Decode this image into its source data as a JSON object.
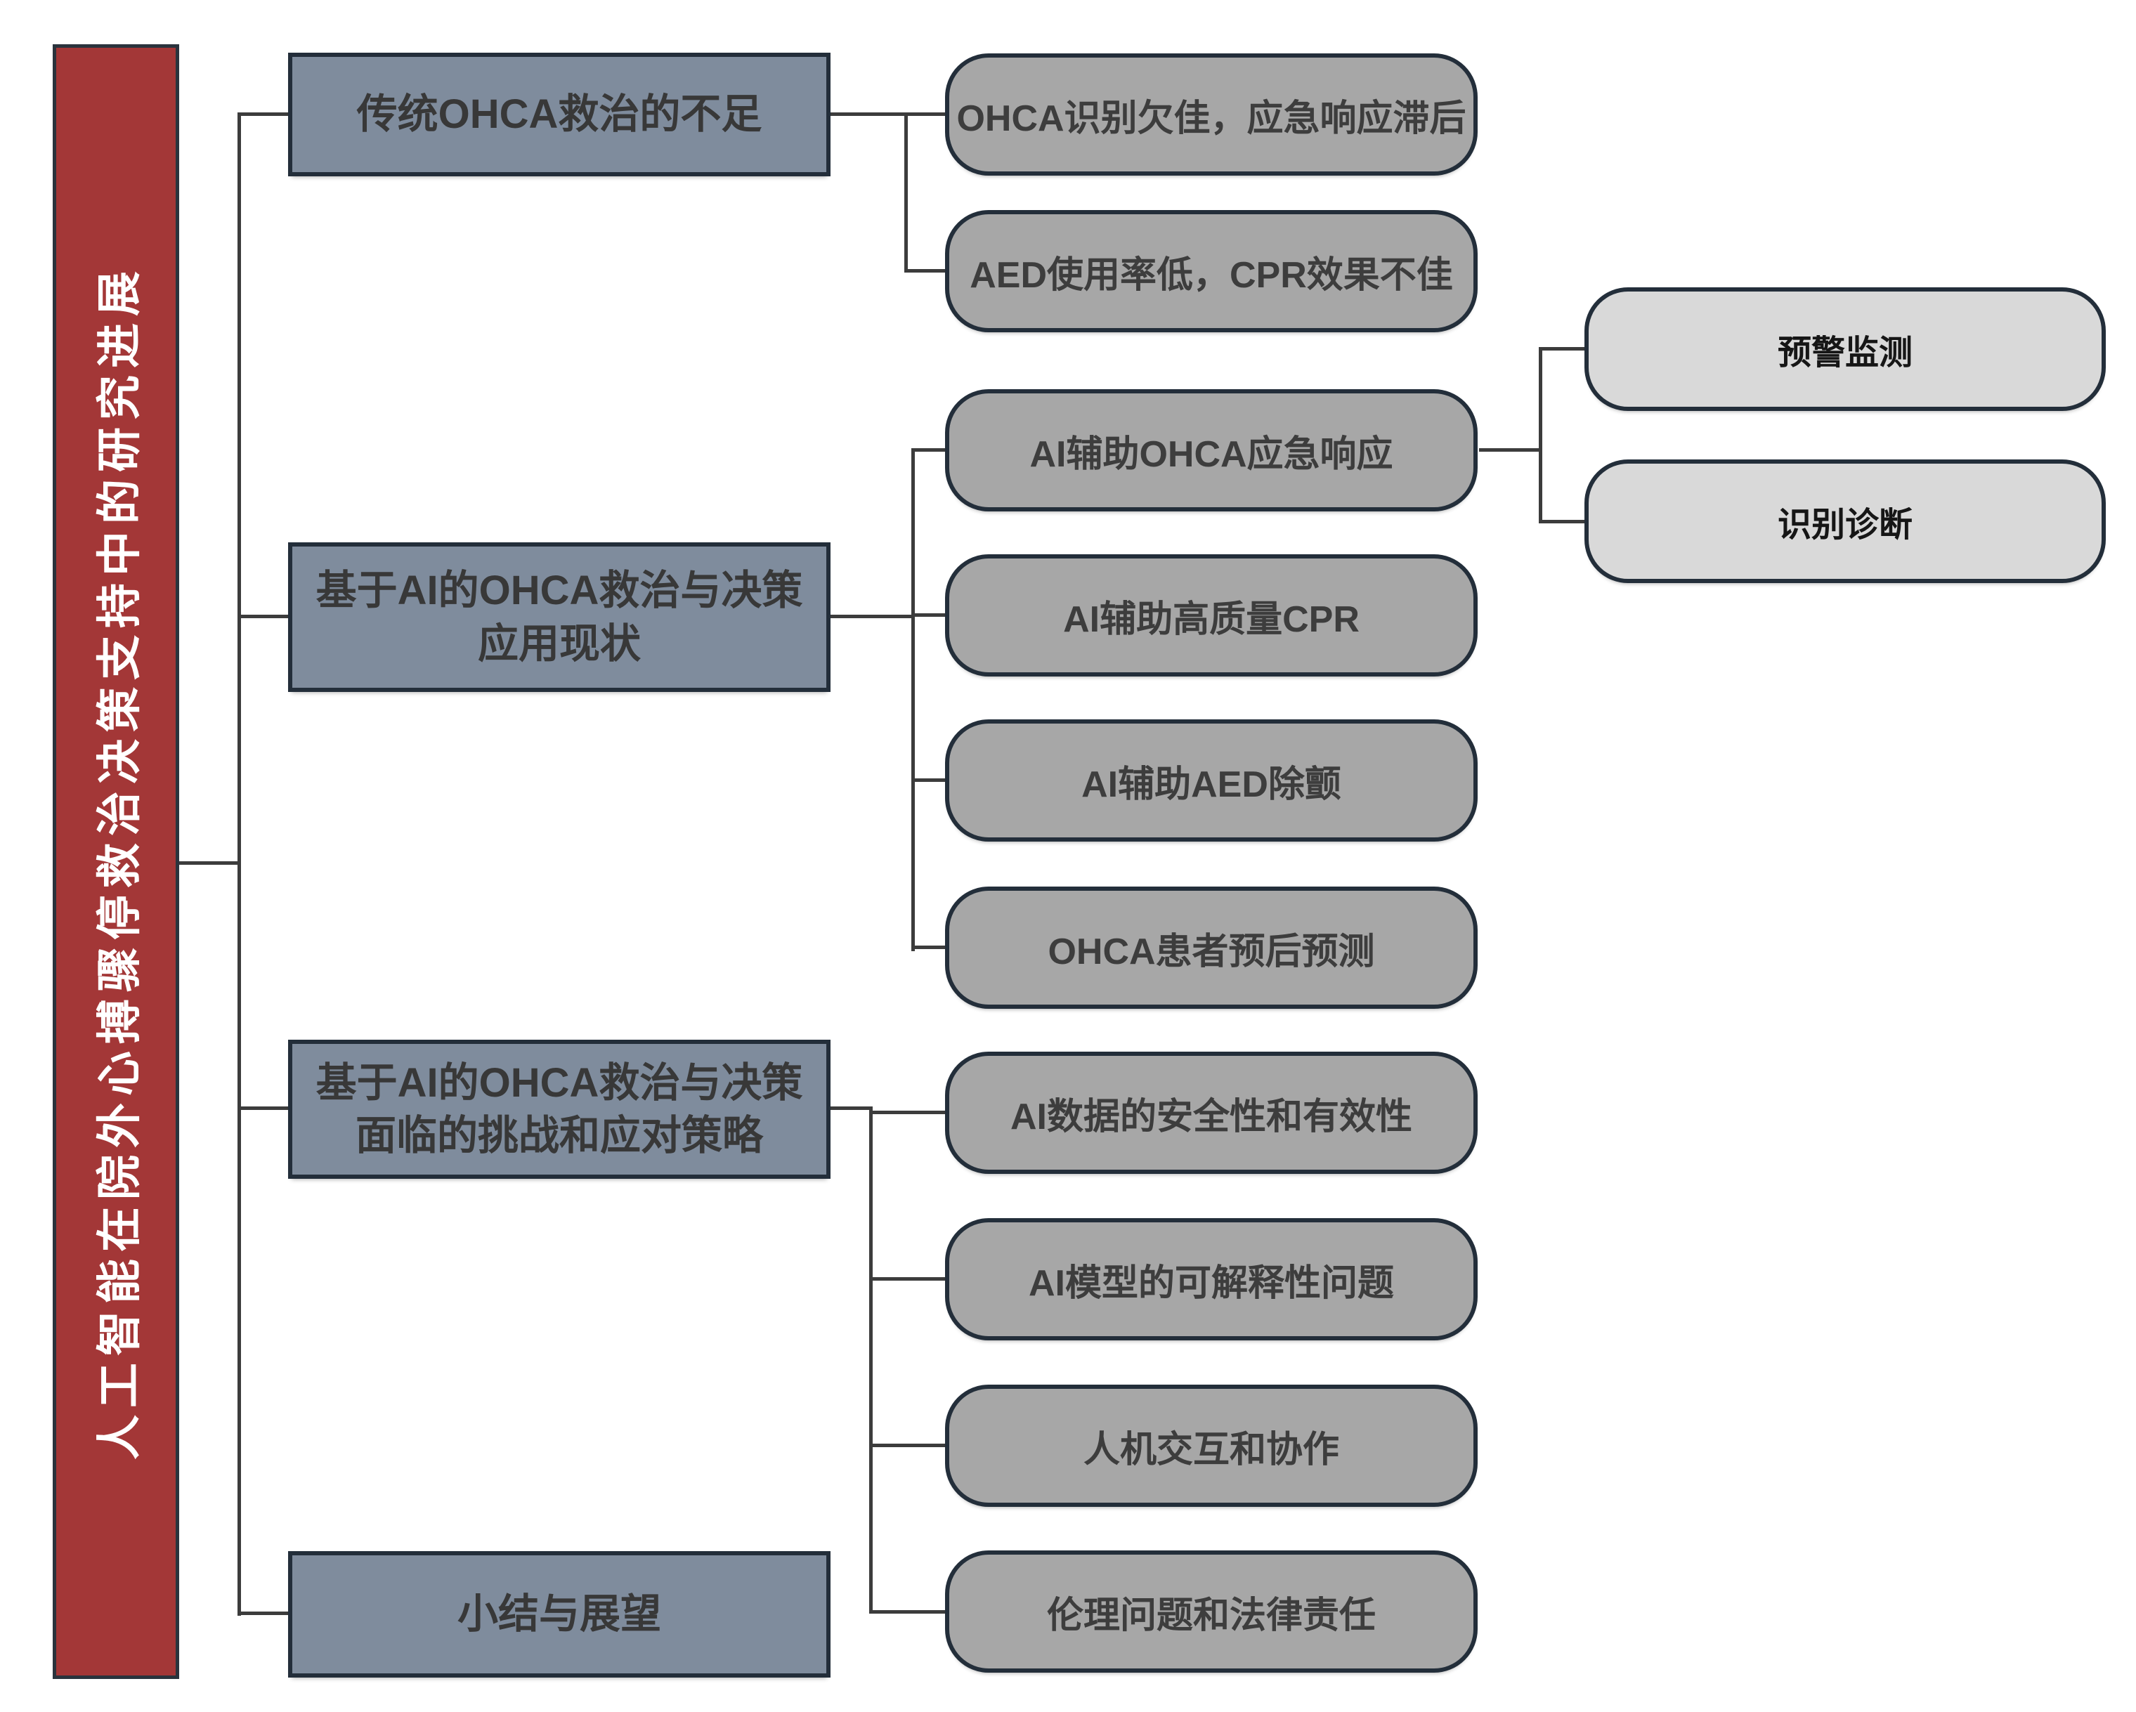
{
  "title": "人工智能在院外心搏骤停救治决策支持中的研究进展",
  "colors": {
    "root_fill": "#a33737",
    "branch_fill": "#7f8c9d",
    "leaf_fill": "#a7a7a7",
    "subleaf_fill": "#d9d9d9",
    "border": "#232e3a",
    "line": "#3c3c3c"
  },
  "branches": [
    {
      "label": "传统OHCA救治的不足",
      "children": [
        {
          "label": "OHCA识别欠佳，应急响应滞后"
        },
        {
          "label": "AED使用率低，CPR效果不佳"
        }
      ]
    },
    {
      "label": "基于AI的OHCA救治与决策应用现状",
      "children": [
        {
          "label": "AI辅助OHCA应急响应",
          "children": [
            {
              "label": "预警监测"
            },
            {
              "label": "识别诊断"
            }
          ]
        },
        {
          "label": "AI辅助高质量CPR"
        },
        {
          "label": "AI辅助AED除颤"
        },
        {
          "label": "OHCA患者预后预测"
        }
      ]
    },
    {
      "label": "基于AI的OHCA救治与决策面临的挑战和应对策略",
      "children": [
        {
          "label": "AI数据的安全性和有效性"
        },
        {
          "label": "AI模型的可解释性问题"
        },
        {
          "label": "人机交互和协作"
        },
        {
          "label": "伦理问题和法律责任"
        }
      ]
    },
    {
      "label": "小结与展望",
      "children": []
    }
  ]
}
